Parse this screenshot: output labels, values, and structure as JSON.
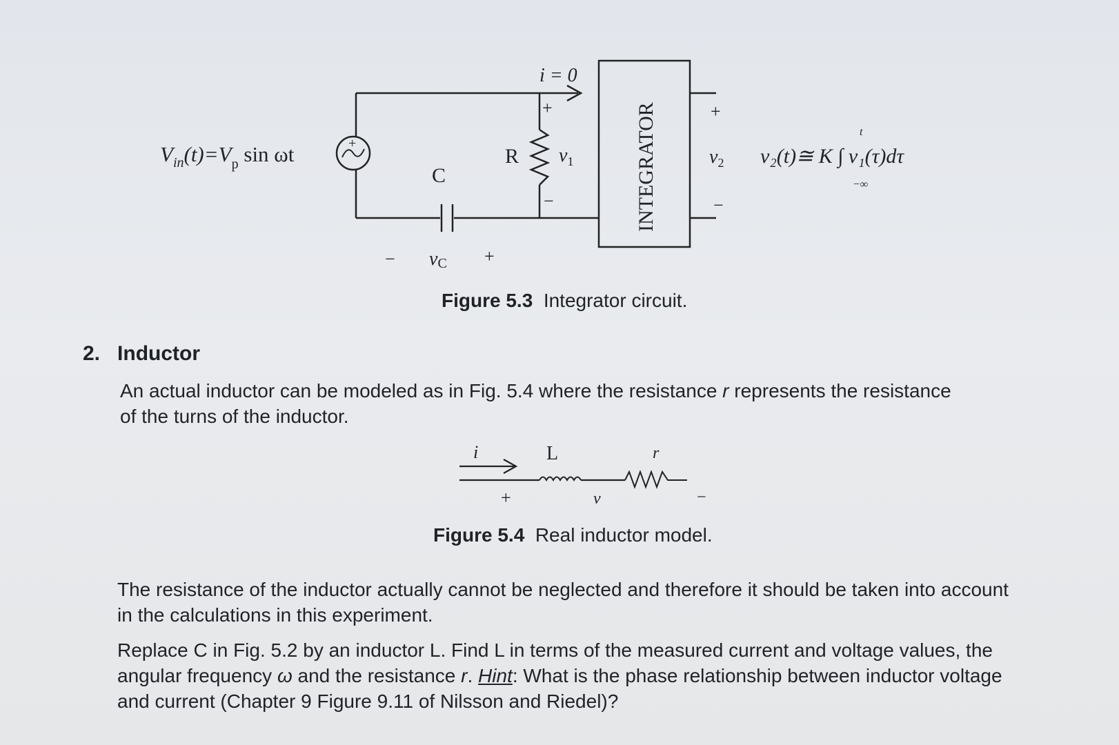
{
  "fig53": {
    "source_label": "V",
    "source_sub": "in",
    "source_expr": "(t)=V",
    "source_sub2": "p",
    "source_tail": " sin ωt",
    "label_C": "C",
    "label_R": "R",
    "label_i0": "i = 0",
    "label_v1": "v",
    "label_v1_sub": "1",
    "label_integrator": "INTEGRATOR",
    "label_v2": "v",
    "label_v2_sub": "2",
    "label_vc": "v",
    "label_vc_sub": "C",
    "plus": "+",
    "minus": "−",
    "output_formula": "v₂(t)≅ K ∫ v₁(τ)dτ",
    "integral_upper": "t",
    "integral_lower": "−∞",
    "caption_bold": "Figure 5.3",
    "caption_text": "Integrator circuit."
  },
  "section": {
    "number": "2.",
    "title": "Inductor",
    "intro_before": "An actual inductor can be modeled as in Fig. 5.4 where the resistance ",
    "intro_italic": "r",
    "intro_after": " represents the resistance of the turns of the inductor."
  },
  "fig54": {
    "label_i": "i",
    "label_L": "L",
    "label_r": "r",
    "label_v": "v",
    "plus": "+",
    "minus": "−",
    "caption_bold": "Figure 5.4",
    "caption_text": "Real inductor model."
  },
  "body": {
    "para1": "The resistance of the inductor actually cannot be neglected and therefore it should be taken into account in the calculations in this experiment.",
    "para2_a": "Replace C in Fig. 5.2 by an inductor L. Find L in terms of the measured current and voltage values, the angular frequency ",
    "para2_omega": "ω",
    "para2_b": " and the resistance ",
    "para2_r": "r",
    "para2_c": ". ",
    "para2_hint": "Hint",
    "para2_d": ": What is the phase relationship between inductor voltage and current (Chapter 9 Figure 9.11 of Nilsson and Riedel)?"
  }
}
